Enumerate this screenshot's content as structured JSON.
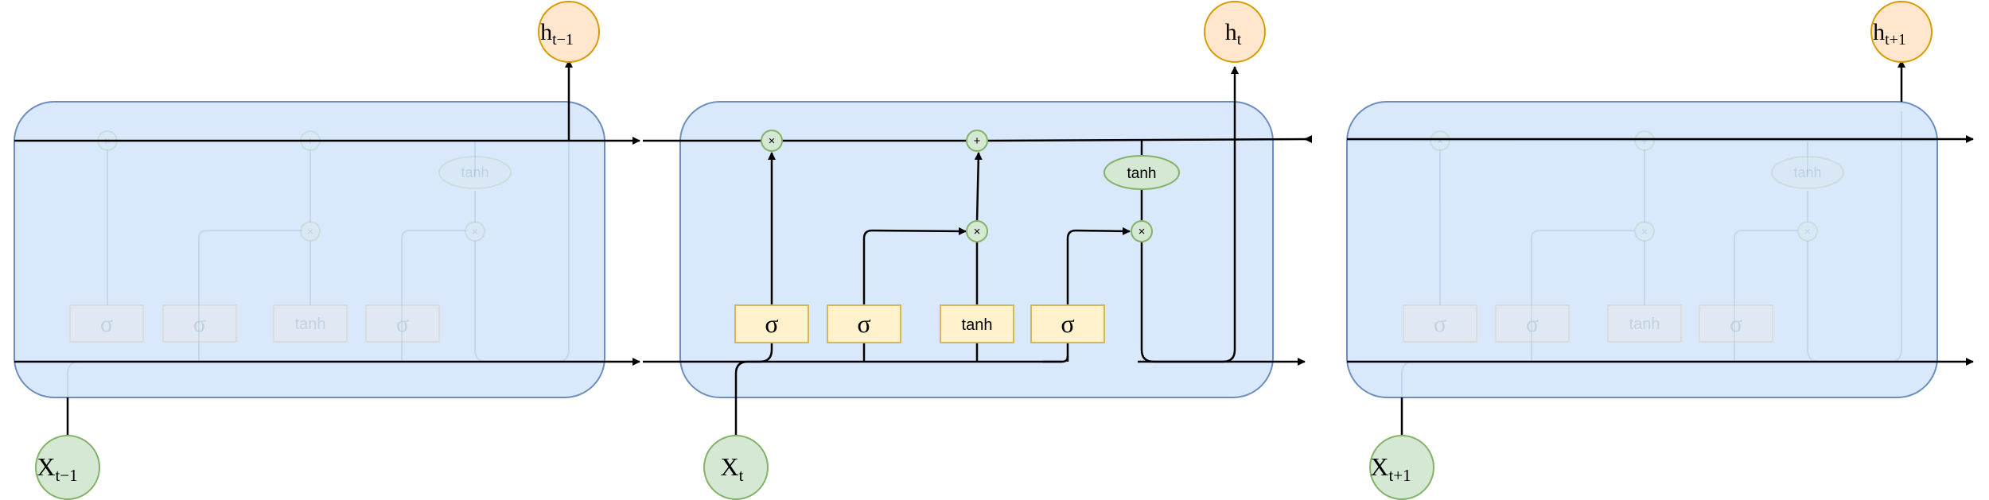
{
  "diagram": {
    "input_labels": {
      "prev": {
        "base": "X",
        "sub": "t−1"
      },
      "curr": {
        "base": "X",
        "sub": "t"
      },
      "next": {
        "base": "X",
        "sub": "t+1"
      }
    },
    "output_labels": {
      "prev": {
        "base": "h",
        "sub": "t−1"
      },
      "curr": {
        "base": "h",
        "sub": "t"
      },
      "next": {
        "base": "h",
        "sub": "t+1"
      }
    },
    "gates": {
      "forget": "σ",
      "input": "σ",
      "candidate": "tanh",
      "output": "σ"
    },
    "ops": {
      "multiply": "×",
      "add": "+",
      "tanh": "tanh"
    },
    "colors": {
      "cell_fill": "#dae8fc",
      "cell_stroke": "#6c8ebf",
      "gate_fill": "#fff2cc",
      "gate_stroke": "#d6b656",
      "op_fill": "#d5e8d4",
      "op_stroke": "#82b366",
      "output_fill": "#ffe6cc",
      "output_stroke": "#d79b00",
      "line": "#000000"
    }
  }
}
